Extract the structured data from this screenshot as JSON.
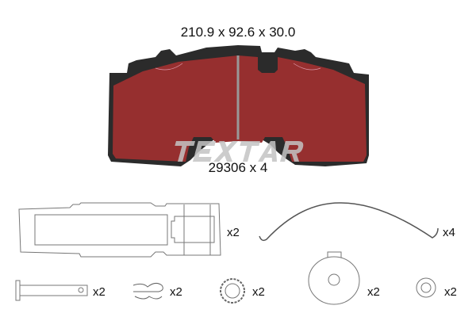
{
  "dimensions_label": "210.9 x 92.6 x 30.0",
  "pad": {
    "part_number_label": "29306 x 4",
    "brand_watermark": "TEXTAR",
    "friction_color": "#962f2f",
    "backing_color": "#2b2b2b"
  },
  "accessories": [
    {
      "name": "wear-indicator-plate",
      "qty": "x2"
    },
    {
      "name": "retaining-spring",
      "qty": "x4"
    },
    {
      "name": "pin",
      "qty": "x2"
    },
    {
      "name": "spring-clip",
      "qty": "x2"
    },
    {
      "name": "nut",
      "qty": "x2"
    },
    {
      "name": "disc-plate",
      "qty": "x2"
    },
    {
      "name": "washer",
      "qty": "x2"
    }
  ]
}
